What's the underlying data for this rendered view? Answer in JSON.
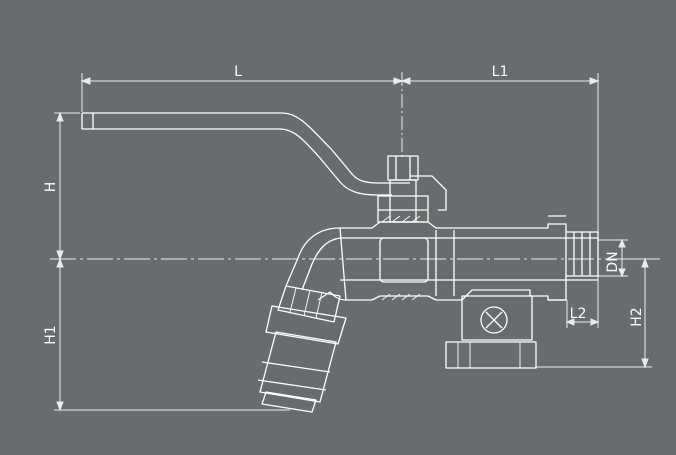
{
  "diagram": {
    "dimensions": {
      "L": "L",
      "L1": "L1",
      "L2": "L2",
      "H": "H",
      "H1": "H1",
      "H2": "H2",
      "DN": "DN"
    }
  },
  "colors": {
    "background": "#676c6f",
    "line": "#ffffff",
    "faint": "#d6d9db"
  }
}
